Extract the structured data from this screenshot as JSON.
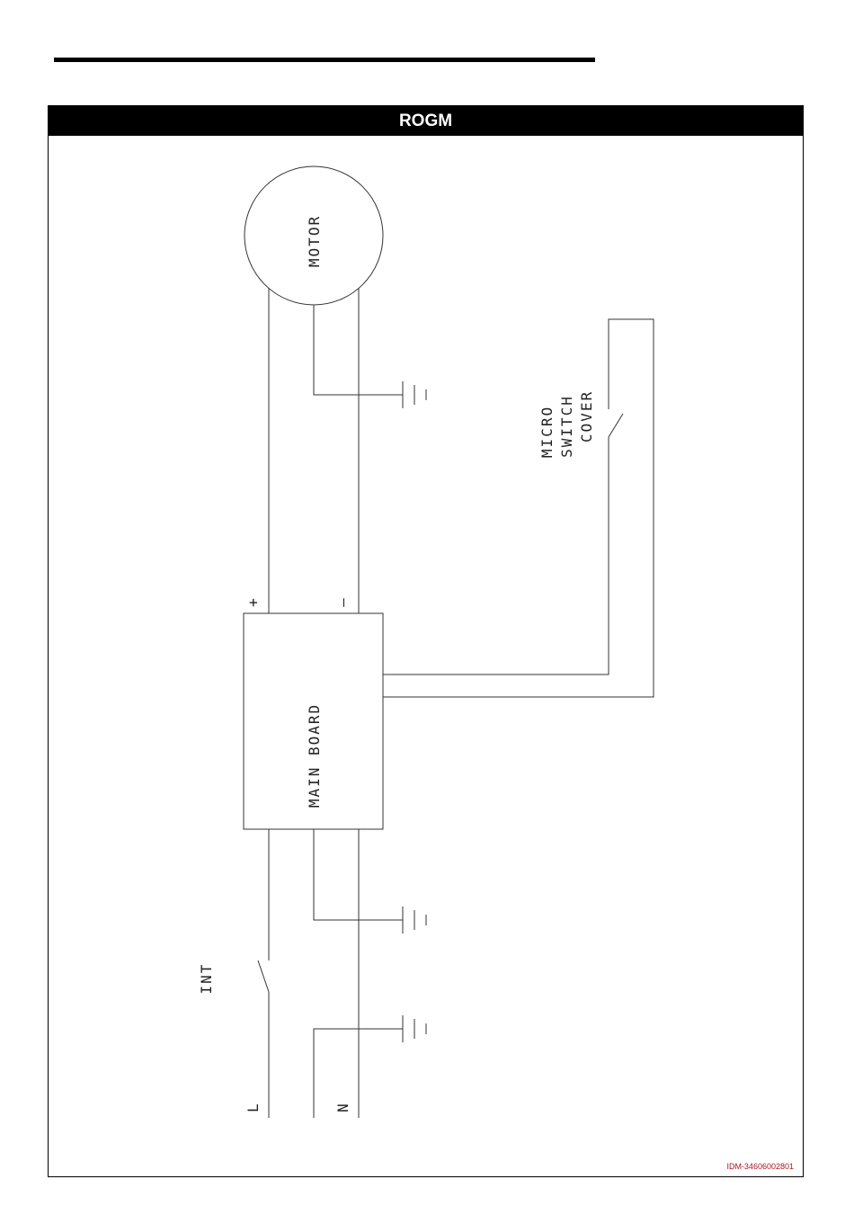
{
  "title": "ROGM",
  "doc_id": "IDM-34606002801",
  "labels": {
    "motor": "MOTOR",
    "main_board": "MAIN BOARD",
    "micro": "MICRO",
    "switch": "SWITCH",
    "cover": "COVER",
    "int": "INT",
    "line": "L",
    "neutral": "N",
    "plus": "+",
    "minus": "–"
  },
  "colors": {
    "line": "#333333",
    "doc_id": "#b0141c",
    "title_bg": "#000000",
    "title_fg": "#ffffff"
  }
}
